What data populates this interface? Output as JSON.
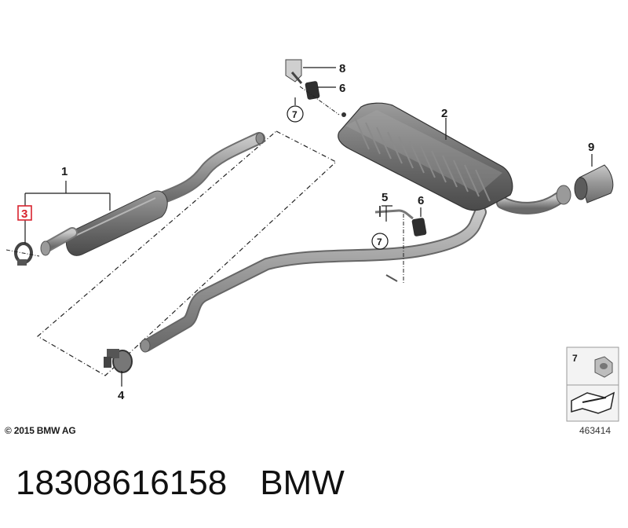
{
  "callouts": {
    "c1": "1",
    "c2": "2",
    "c3": "3",
    "c4": "4",
    "c5": "5",
    "c6a": "6",
    "c6b": "6",
    "c7a": "7",
    "c7b": "7",
    "c8": "8",
    "c9": "9"
  },
  "legend_box": {
    "number": "7"
  },
  "copyright": "© 2015 BMW AG",
  "diagram_id": "463414",
  "part_number": "18308616158",
  "manufacturer": "BMW",
  "colors": {
    "highlight": "#d9232e",
    "part_gray": "#8a8a8a",
    "part_dark": "#444444",
    "line": "#1a1a1a"
  }
}
